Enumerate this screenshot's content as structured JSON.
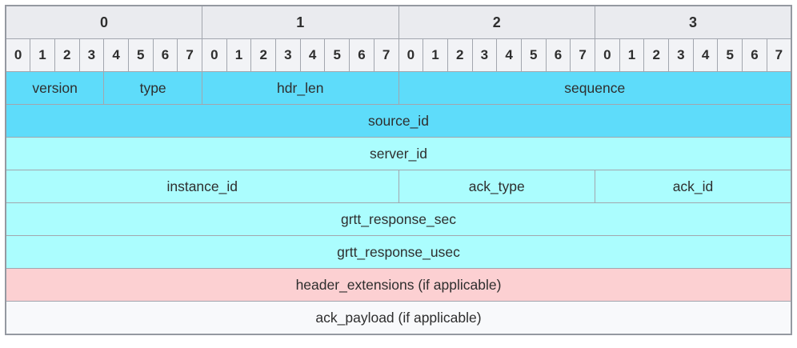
{
  "diagram": {
    "title": "packet-header-field-layout",
    "byte_columns": [
      "0",
      "1",
      "2",
      "3"
    ],
    "bits_per_byte": [
      "0",
      "1",
      "2",
      "3",
      "4",
      "5",
      "6",
      "7"
    ],
    "total_bits": 32,
    "rows": [
      {
        "color": "cyan_dark",
        "cells": [
          {
            "label": "version",
            "span": 4
          },
          {
            "label": "type",
            "span": 4
          },
          {
            "label": "hdr_len",
            "span": 8
          },
          {
            "label": "sequence",
            "span": 16
          }
        ]
      },
      {
        "color": "cyan_dark",
        "cells": [
          {
            "label": "source_id",
            "span": 32
          }
        ]
      },
      {
        "color": "cyan_light",
        "cells": [
          {
            "label": "server_id",
            "span": 32
          }
        ]
      },
      {
        "color": "cyan_light",
        "cells": [
          {
            "label": "instance_id",
            "span": 16
          },
          {
            "label": "ack_type",
            "span": 8
          },
          {
            "label": "ack_id",
            "span": 8
          }
        ]
      },
      {
        "color": "cyan_light",
        "cells": [
          {
            "label": "grtt_response_sec",
            "span": 32
          }
        ]
      },
      {
        "color": "cyan_light",
        "cells": [
          {
            "label": "grtt_response_usec",
            "span": 32
          }
        ]
      },
      {
        "color": "pink",
        "cells": [
          {
            "label": "header_extensions (if applicable)",
            "span": 32
          }
        ]
      },
      {
        "color": "white",
        "cells": [
          {
            "label": "ack_payload (if applicable)",
            "span": 32
          }
        ]
      }
    ],
    "colors": {
      "cyan_dark": "#5edcfa",
      "cyan_light": "#abfdfe",
      "pink": "#fcd0d2",
      "white": "#f8f9fb",
      "byte_header_bg": "#eaebef",
      "bit_header_bg": "#f2f3f6",
      "border": "#a2a6ae",
      "text": "#2e2e2e"
    }
  }
}
